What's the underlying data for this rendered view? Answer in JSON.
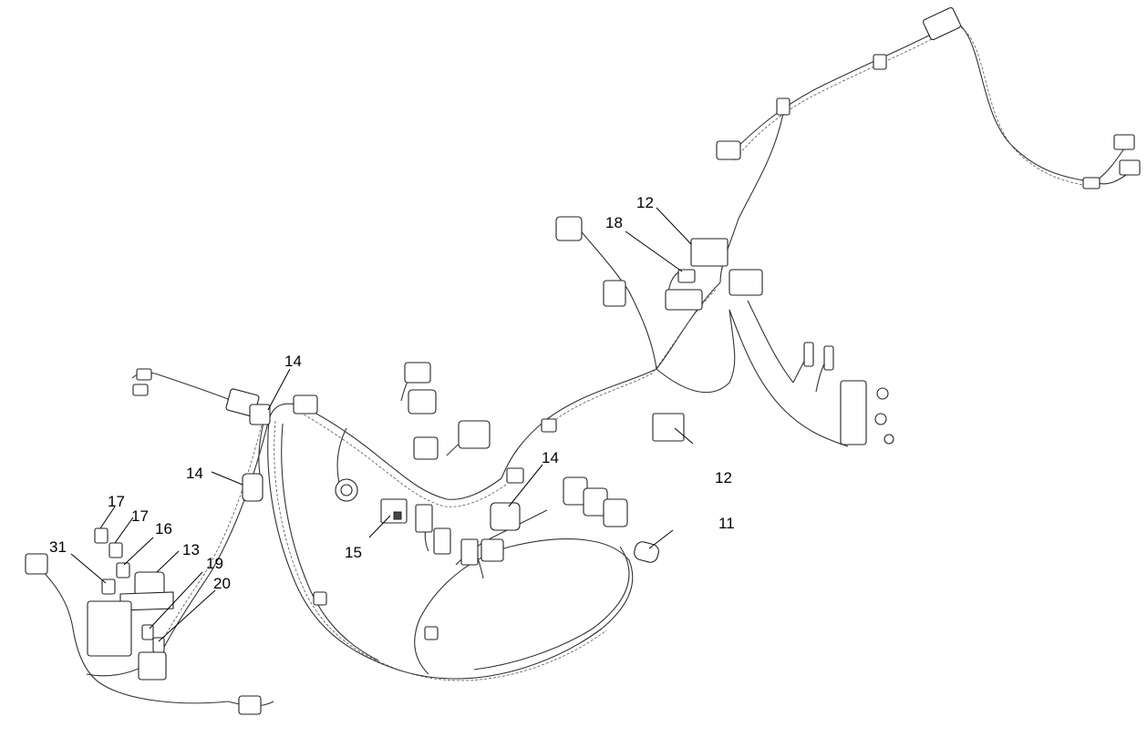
{
  "callouts": {
    "c11": "11",
    "c12a": "12",
    "c12b": "12",
    "c13": "13",
    "c14a": "14",
    "c14b": "14",
    "c14c": "14",
    "c15": "15",
    "c16": "16",
    "c17a": "17",
    "c17b": "17",
    "c18": "18",
    "c19": "19",
    "c20": "20",
    "c31": "31"
  }
}
